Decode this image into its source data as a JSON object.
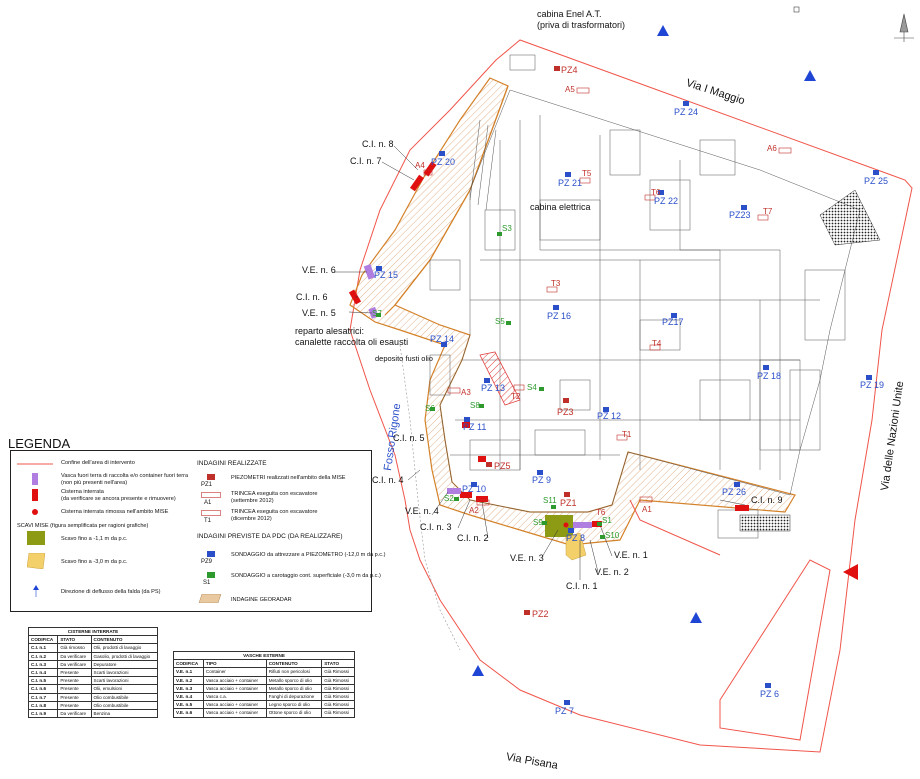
{
  "map": {
    "roads": {
      "via_i_maggio": "Via I Maggio",
      "via_nazioni_unite": "Via delle Nazioni Unite",
      "via_pisana": "Via Pisana",
      "fosso_rigone": "Fosso Rigone"
    },
    "places": {
      "cabina_enel_line1": "cabina Enel A.T.",
      "cabina_enel_line2": "(priva di trasformatori)",
      "cabina_elettrica": "cabina elettrica",
      "reparto_line1": "reparto alesatrici:",
      "reparto_line2": "canalette raccolta oli esausti",
      "deposito": "deposito fusti olio"
    },
    "labels": {
      "cin8": "C.I. n. 8",
      "cin7": "C.I. n. 7",
      "cin6": "C.I. n. 6",
      "cin5": "C.I. n. 5",
      "cin4": "C.I. n. 4",
      "cin3": "C.I. n. 3",
      "cin2": "C.I. n. 2",
      "cin1": "C.I. n. 1",
      "cin9": "C.I. n. 9",
      "ven6": "V.E. n. 6",
      "ven5": "V.E. n. 5",
      "ven4": "V.E. n. 4",
      "ven3": "V.E. n. 3",
      "ven2": "V.E. n. 2",
      "ven1": "V.E. n. 1"
    },
    "pz_blue": {
      "pz20": "PZ 20",
      "pz21": "PZ 21",
      "pz22": "PZ 22",
      "pz23": "PZ23",
      "pz24": "PZ 24",
      "pz25": "PZ 25",
      "pz15": "PZ 15",
      "pz16": "PZ 16",
      "pz17": "PZ17",
      "pz14": "PZ 14",
      "pz13": "PZ 13",
      "pz18": "PZ 18",
      "pz19": "PZ 19",
      "pz11": "PZ 11",
      "pz12": "PZ 12",
      "pz9": "PZ 9",
      "pz10": "PZ 10",
      "pz8": "PZ 8",
      "pz26": "PZ 26",
      "pz7": "PZ 7",
      "pz6": "PZ 6"
    },
    "pz_red": {
      "pz4": "PZ4",
      "pz3": "PZ3",
      "pz5": "PZ5",
      "pz1": "PZ1",
      "pz2": "PZ2"
    },
    "trenches": {
      "a1": "A1",
      "a2": "A2",
      "a3": "A3",
      "a4": "A4",
      "a5": "A5",
      "a6": "A6",
      "t1": "T1",
      "t2": "T2",
      "t3": "T3",
      "t4": "T4",
      "t5": "T5",
      "t6": "T6",
      "t6b": "T6",
      "t7": "T7"
    },
    "soundings": {
      "s1": "S1",
      "s2": "S2",
      "s3": "S3",
      "s4": "S4",
      "s5": "S5",
      "s6": "S6",
      "s7": "S7",
      "s8": "S8",
      "s9": "S9",
      "s10": "S10",
      "s11": "S11"
    },
    "colors": {
      "boundary": "#f0554a",
      "perimeter": "#d4822a",
      "blue_marker": "#2a4fc8",
      "red_marker": "#c0302a",
      "green_marker": "#2e9a2e",
      "tank": "#e01010",
      "container": "#b07ee0",
      "scavo1": "#8c9a14",
      "scavo2": "#f4d06a",
      "georadar": "#e9c9a0"
    }
  },
  "legend": {
    "title": "LEGENDA",
    "items": {
      "confine": "Confine dell'area di intervento",
      "vasca_l1": "Vasca fuori terra di raccolta e/o container fuori terra",
      "vasca_l2": "(non più presenti nell'area)",
      "cisterna_l1": "Cisterna interrata",
      "cisterna_l2": "(da verificare se ancora presente e rimuovere)",
      "cisterna_rimossa": "Cisterna interrata rimossa nell'ambito MISE",
      "scavi_title": "SCAVI MISE (figura semplificata per ragioni grafiche)",
      "scavo1": "Scavo fino a -1,1 m da p.c.",
      "scavo2": "Scavo fino a -3,0 m da p.c.",
      "direzione": "Direzione di deflusso della falda (da PS)",
      "indagini_realizzate": "INDAGINI REALIZZATE",
      "piezometri": "PIEZOMETRI realizzati nell'ambito della MISE",
      "pz1_code": "PZ1",
      "trincea1_l1": "TRINCEA eseguita con escavatore",
      "trincea1_l2": "(settembre 2012)",
      "a1_code": "A1",
      "trincea2_l1": "TRINCEA eseguita con escavatore",
      "trincea2_l2": "(dicembre 2012)",
      "t1_code": "T1",
      "indagini_previste": "INDAGINI PREVISTE DA PDC (DA REALIZZARE)",
      "sondaggio1": "SONDAGGIO da attrezzare a PIEZOMETRO (-12,0 m da p.c.)",
      "pz9_code": "PZ9",
      "sondaggio2": "SONDAGGIO a carotaggio cont. superficiale (-3,0 m da p.c.)",
      "s1_code": "S1",
      "georadar": "INDAGINE GEORADAR"
    }
  },
  "cisterne": {
    "caption": "CISTERNE INTERRATE",
    "headers": [
      "CODIFICA",
      "STATO",
      "CONTENUTO"
    ],
    "rows": [
      [
        "C.I. n.1",
        "Già rimosso",
        "Olii, prodotti di lavaggio"
      ],
      [
        "C.I. n.2",
        "Da verificare",
        "Gasolio, prodotti di lavaggio"
      ],
      [
        "C.I. n.3",
        "Da verificare",
        "Depuratore"
      ],
      [
        "C.I. n.4",
        "Presente",
        "Scarti lavorazioni"
      ],
      [
        "C.I. n.5",
        "Presente",
        "Scarti lavorazioni"
      ],
      [
        "C.I. n.6",
        "Presente",
        "Olii, emulsioni"
      ],
      [
        "C.I. n.7",
        "Presente",
        "Olio combustibile"
      ],
      [
        "C.I. n.8",
        "Presente",
        "Olio combustibile"
      ],
      [
        "C.I. n.9",
        "Da verificare",
        "Benzina"
      ]
    ]
  },
  "vasche": {
    "caption": "VASCHE ESTERNE",
    "headers": [
      "CODIFICA",
      "TIPO",
      "CONTENUTO",
      "STATO"
    ],
    "rows": [
      [
        "V.E. n.1",
        "Container",
        "Rifiuti non pericolosi",
        "Già Rimossi"
      ],
      [
        "V.E. n.2",
        "Vasca acciaio + container",
        "Metallo sporco di olio",
        "Già Rimossi"
      ],
      [
        "V.E. n.3",
        "Vasca acciaio + container",
        "Metallo sporco di olio",
        "Già Rimossi"
      ],
      [
        "V.E. n.4",
        "Vasca c.a.",
        "Fanghi di depurazione",
        "Già Rimossi"
      ],
      [
        "V.E. n.5",
        "Vasca acciaio + container",
        "Legno sporco di olio",
        "Già Rimossi"
      ],
      [
        "V.E. n.6",
        "Vasca acciaio + container",
        "Ottone sporco di olio",
        "Già Rimossi"
      ]
    ]
  }
}
